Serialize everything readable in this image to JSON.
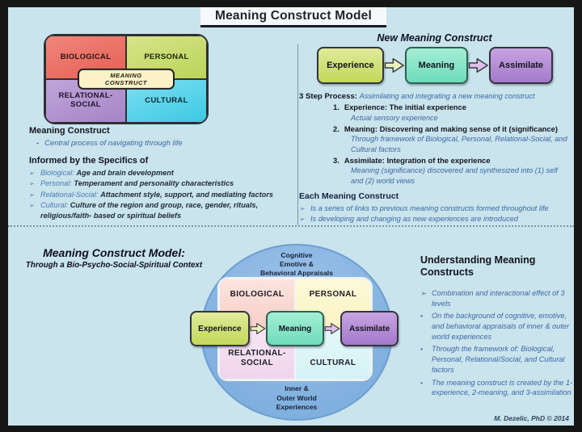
{
  "title": "Meaning Construct Model",
  "colors": {
    "background": "#c9e4ec",
    "frame": "#161616",
    "biological": "#e8695e",
    "personal": "#c6dc66",
    "relational_social": "#ab8cc9",
    "cultural": "#49d0e8",
    "banner_bg": "#fbf2c8",
    "experience_box": "#cde070",
    "meaning_box": "#7fe2c4",
    "assimilate_box": "#b38ad3",
    "arrow_green": "#e9f2ba",
    "arrow_purple": "#dcc0ea",
    "circle_blue": "#82b3e0",
    "pale_biological": "#fad8d2",
    "pale_personal": "#fdf9d8",
    "pale_relational": "#f4dff0",
    "pale_cultural": "#def6f8",
    "heading_text": "#14141f",
    "blue_italic_text": "#3e66a6"
  },
  "top_left": {
    "quadrants": [
      {
        "label": "BIOLOGICAL"
      },
      {
        "label": "PERSONAL"
      },
      {
        "label": "RELATIONAL-SOCIAL"
      },
      {
        "label": "CULTURAL"
      }
    ],
    "banner": "MEANING\nCONSTRUCT",
    "meaning_construct_heading": "Meaning Construct",
    "meaning_construct_marker": "-",
    "meaning_construct_bullet": "Central process of navigating through life",
    "informed_heading": "Informed by the Specifics of",
    "informed_items": [
      {
        "marker": "➢",
        "term": "Biological:",
        "desc": "Age and brain development"
      },
      {
        "marker": "➢",
        "term": "Personal:",
        "desc": "Temperament and personality characteristics"
      },
      {
        "marker": "➢",
        "term": "Relational-Social:",
        "desc": "Attachment style, support, and mediating factors"
      },
      {
        "marker": "➢",
        "term": "Cultural:",
        "desc": "Culture of the region and group, race, gender, rituals, religious/faith- based or spiritual beliefs"
      }
    ]
  },
  "top_right": {
    "heading": "New Meaning Construct",
    "flow": [
      {
        "label": "Experience"
      },
      {
        "label": "Meaning"
      },
      {
        "label": "Assimilate"
      }
    ],
    "process_label": "3 Step Process:",
    "process_intro": "Assimilating and integrating a new meaning construct",
    "steps": [
      {
        "num": "1.",
        "head": "Experience: The initial experience",
        "sub": "Actual sensory experience"
      },
      {
        "num": "2.",
        "head": "Meaning: Discovering and making sense of it (significance)",
        "sub": "Through framework of Biological, Personal, Relational-Social, and Cultural factors"
      },
      {
        "num": "3.",
        "head": "Assimilate: Integration of the experience",
        "sub": "Meaning (significance) discovered and synthesized into (1) self and (2) world views"
      }
    ],
    "each_heading": "Each Meaning Construct",
    "each_items": [
      {
        "marker": "➢",
        "text": "Is a series of links to previous meaning constructs formed throughout life"
      },
      {
        "marker": "➢",
        "text": "Is developing and changing as new experiences are introduced"
      }
    ]
  },
  "bottom": {
    "title_line1": "Meaning Construct Model:",
    "title_line2": "Through a Bio-Psycho-Social-Spiritual Context",
    "circle_top": "Cognitive\nEmotive &\nBehavioral Appraisals",
    "circle_bottom": "Inner &\nOuter World\nExperiences",
    "quadrants": [
      {
        "label": "BIOLOGICAL"
      },
      {
        "label": "PERSONAL"
      },
      {
        "label": "RELATIONAL-SOCIAL"
      },
      {
        "label": "CULTURAL"
      }
    ],
    "flow": [
      {
        "label": "Experience"
      },
      {
        "label": "Meaning"
      },
      {
        "label": "Assimilate"
      }
    ],
    "understanding_heading": "Understanding Meaning Constructs",
    "understanding_items": [
      {
        "marker": "➢",
        "text": "Combination and interactional effect of 3 levels"
      },
      {
        "marker": "•",
        "text": "On the background of cognitive, emotive, and behavioral appraisals of inner & outer world experiences"
      },
      {
        "marker": "•",
        "text": "Through the framework of: Biological, Personal, Relational/Social, and Cultural factors"
      },
      {
        "marker": "•",
        "text": "The meaning construct is created by the 1-experience, 2-meaning, and 3-assimilation"
      }
    ]
  },
  "footer": "M. Dezelic, PhD © 2014"
}
